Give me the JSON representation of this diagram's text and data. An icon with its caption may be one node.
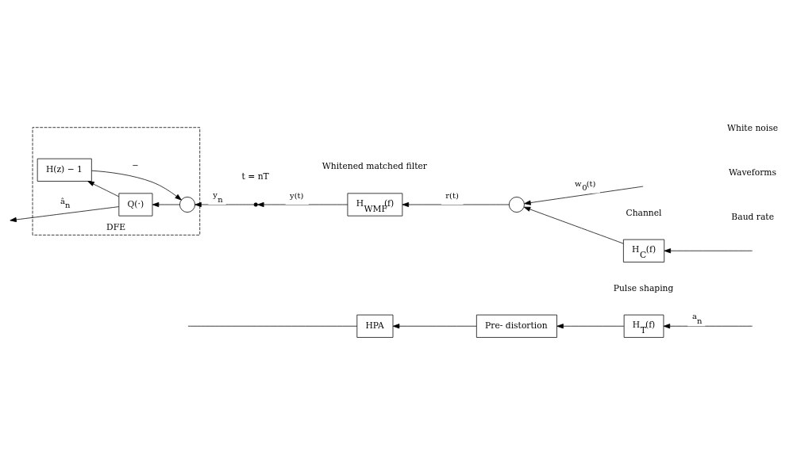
{
  "diagram": {
    "nodes": [
      {
        "text": [
          "H$_{T}$(f)"
        ],
        "beside": [
          "Pulse shaping"
        ]
      },
      {
        "text": [
          "Pre- distortion"
        ]
      },
      {
        "text": [
          "HPA"
        ]
      },
      {
        "text": [
          "H$_{C}$(f)"
        ],
        "beside": [
          "Channel"
        ]
      },
      {
        "text": [],
        "shape": "circle"
      },
      {
        "text": [
          "H$_{WMF}$(f)"
        ],
        "beside": [
          "Whitened matched filter"
        ]
      },
      {
        "text": [],
        "shape": "switch",
        "beside": [
          "t = nT"
        ]
      },
      {
        "text": [
          "DFE"
        ]
      },
      {
        "text": [
          "Q(·)"
        ],
        "in": 7
      },
      {
        "text": [],
        "shape": "circle",
        "in": 7
      },
      {
        "text": [
          "H(z) − 1"
        ],
        "in": 7
      }
    ],
    "edges": [
      {
        "from": null,
        "to": 0,
        "arrow": "to",
        "label": "a$_{n}$"
      },
      {
        "from": 0,
        "to": 1,
        "arrow": "to"
      },
      {
        "from": 1,
        "to": 2,
        "arrow": "to"
      },
      {
        "from": 2,
        "to": null,
        "arrow": "none"
      },
      {
        "from": null,
        "to": 3,
        "arrow": "to"
      },
      {
        "from": 3,
        "to": 4,
        "arrow": "to"
      },
      {
        "from": null,
        "to": 4,
        "arrow": "to",
        "label": "w$_{0}$(t)"
      },
      {
        "from": 4,
        "to": 5,
        "arrow": "to",
        "label": "r(t)"
      },
      {
        "from": 5,
        "to": 6,
        "arrow": "to",
        "label": "y(t)"
      },
      {
        "from": 6,
        "to": 9,
        "arrow": "to",
        "label": "y$_{n}$"
      },
      {
        "from": 9,
        "to": 8,
        "arrow": "to"
      },
      {
        "from": 8,
        "to": null,
        "arrow": "to",
        "label": "â$_{n}$"
      },
      {
        "from": 8,
        "to": 10,
        "arrow": "to"
      },
      {
        "from": 10,
        "to": 9,
        "arrow": "to",
        "label": "−"
      }
    ],
    "labels": [
      "Baud rate",
      "Waveforms",
      "White noise"
    ]
  }
}
